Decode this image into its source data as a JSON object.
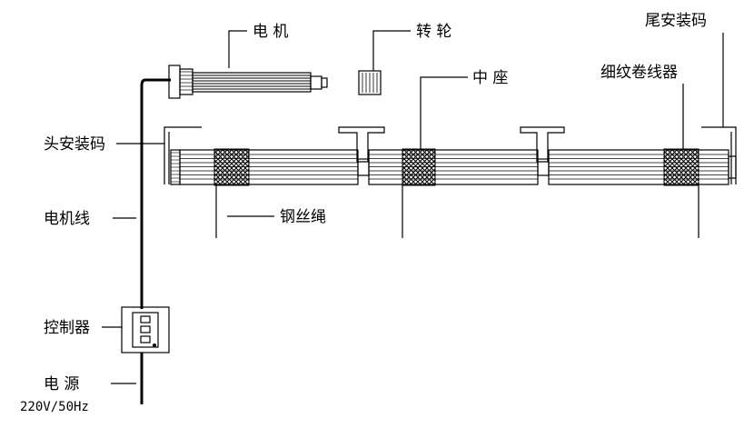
{
  "labels": {
    "motor": "电 机",
    "wheel": "转 轮",
    "middle_seat": "中 座",
    "fine_spool": "细纹卷线器",
    "tail_mount": "尾安装码",
    "head_mount": "头安装码",
    "motor_cable": "电机线",
    "wire_rope": "钢丝绳",
    "controller": "控制器",
    "power": "电 源",
    "voltage": "220V/50Hz"
  },
  "colors": {
    "ink": "#000000",
    "background": "#ffffff"
  }
}
